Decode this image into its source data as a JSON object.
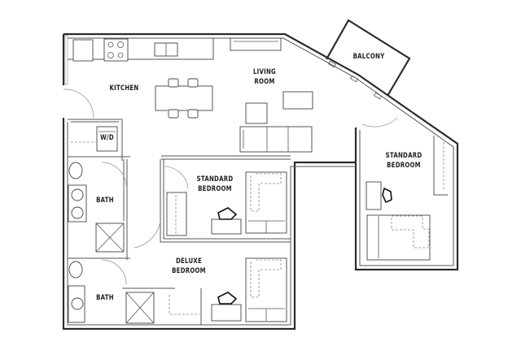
{
  "floor_plan": {
    "rooms": [
      {
        "id": "kitchen",
        "label": "KITCHEN"
      },
      {
        "id": "living-room",
        "label": "LIVING\nROOM"
      },
      {
        "id": "balcony",
        "label": "BALCONY"
      },
      {
        "id": "standard-bedroom-east",
        "label": "STANDARD\nBEDROOM"
      },
      {
        "id": "standard-bedroom-center",
        "label": "STANDARD\nBEDROOM"
      },
      {
        "id": "deluxe-bedroom",
        "label": "DELUXE\nBEDROOM"
      },
      {
        "id": "bath-upper",
        "label": "BATH"
      },
      {
        "id": "bath-lower",
        "label": "BATH"
      },
      {
        "id": "washer-dryer",
        "label": "W/D"
      }
    ],
    "colors": {
      "wall": "#2b2b2b",
      "background": "#ffffff"
    }
  }
}
